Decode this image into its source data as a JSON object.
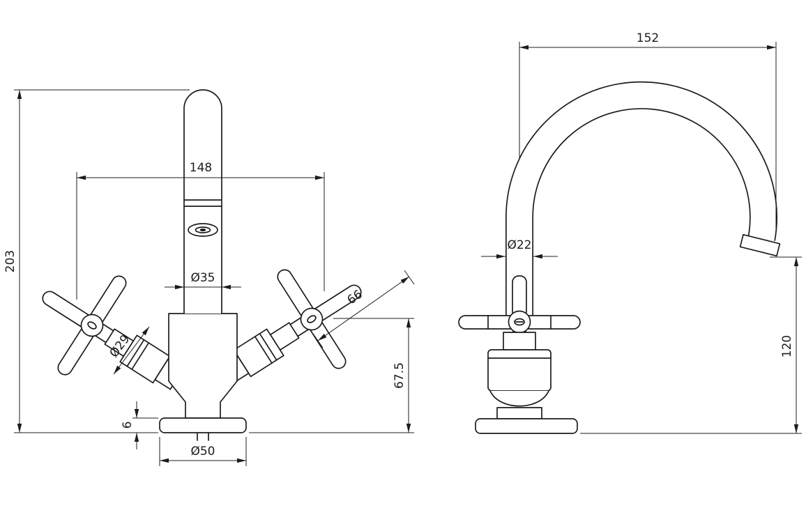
{
  "drawing": {
    "front": {
      "overall_width": "148",
      "overall_height": "203",
      "spout_diameter": "Ø35",
      "handle_diameter": "Ø29",
      "handle_length": "66",
      "body_height": "67.5",
      "base_thickness": "6",
      "base_diameter": "Ø50"
    },
    "side": {
      "spout_reach": "152",
      "spout_tube_diameter": "Ø22",
      "spout_height": "120"
    },
    "colors": {
      "line": "#1c1c1c",
      "background": "#ffffff"
    }
  }
}
